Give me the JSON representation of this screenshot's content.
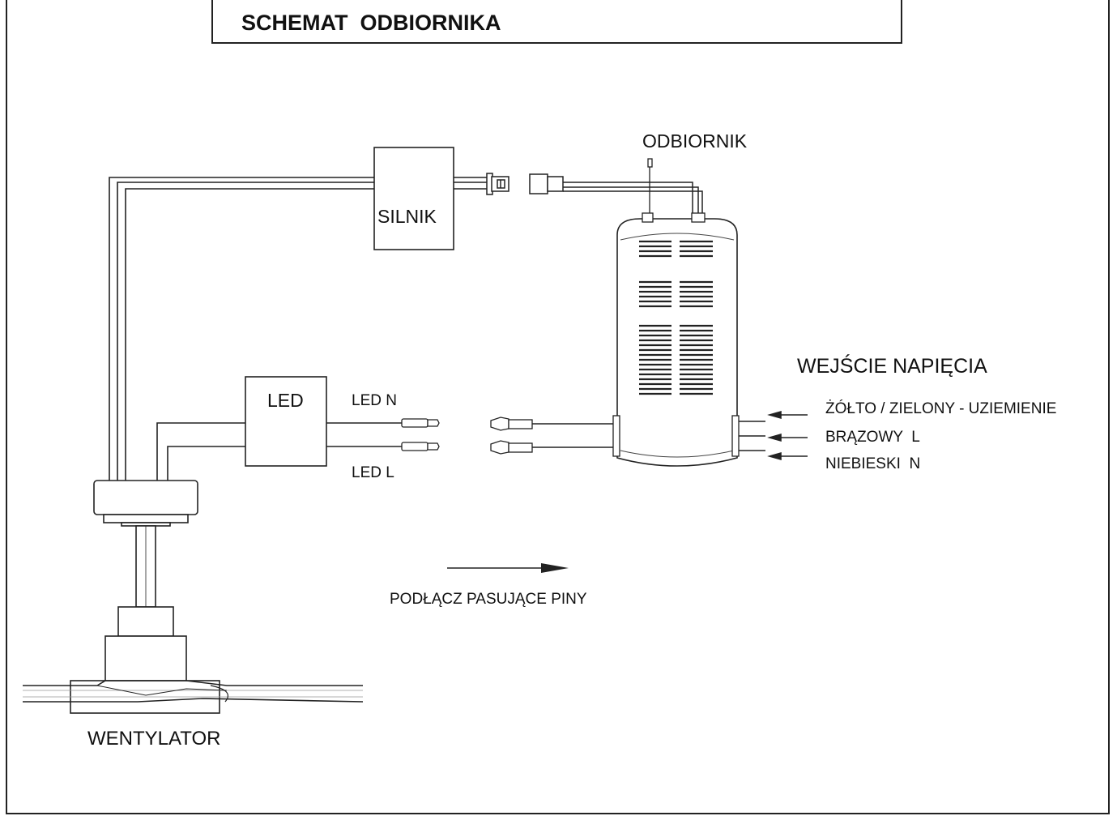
{
  "title": "SCHEMAT  ODBIORNIKA",
  "labels": {
    "receiver": "ODBIORNIK",
    "motor": "SILNIK",
    "led": "LED",
    "led_n": "LED N",
    "led_l": "LED L",
    "power_input": "WEJŚCIE NAPIĘCIA",
    "wire_earth": "ŻÓŁTO / ZIELONY - UZIEMIENIE",
    "wire_live": "BRĄZOWY  L",
    "wire_neutral": "NIEBIESKI  N",
    "connect_pins": "PODŁĄCZ PASUJĄCE PINY",
    "fan": "WENTYLATOR"
  }
}
